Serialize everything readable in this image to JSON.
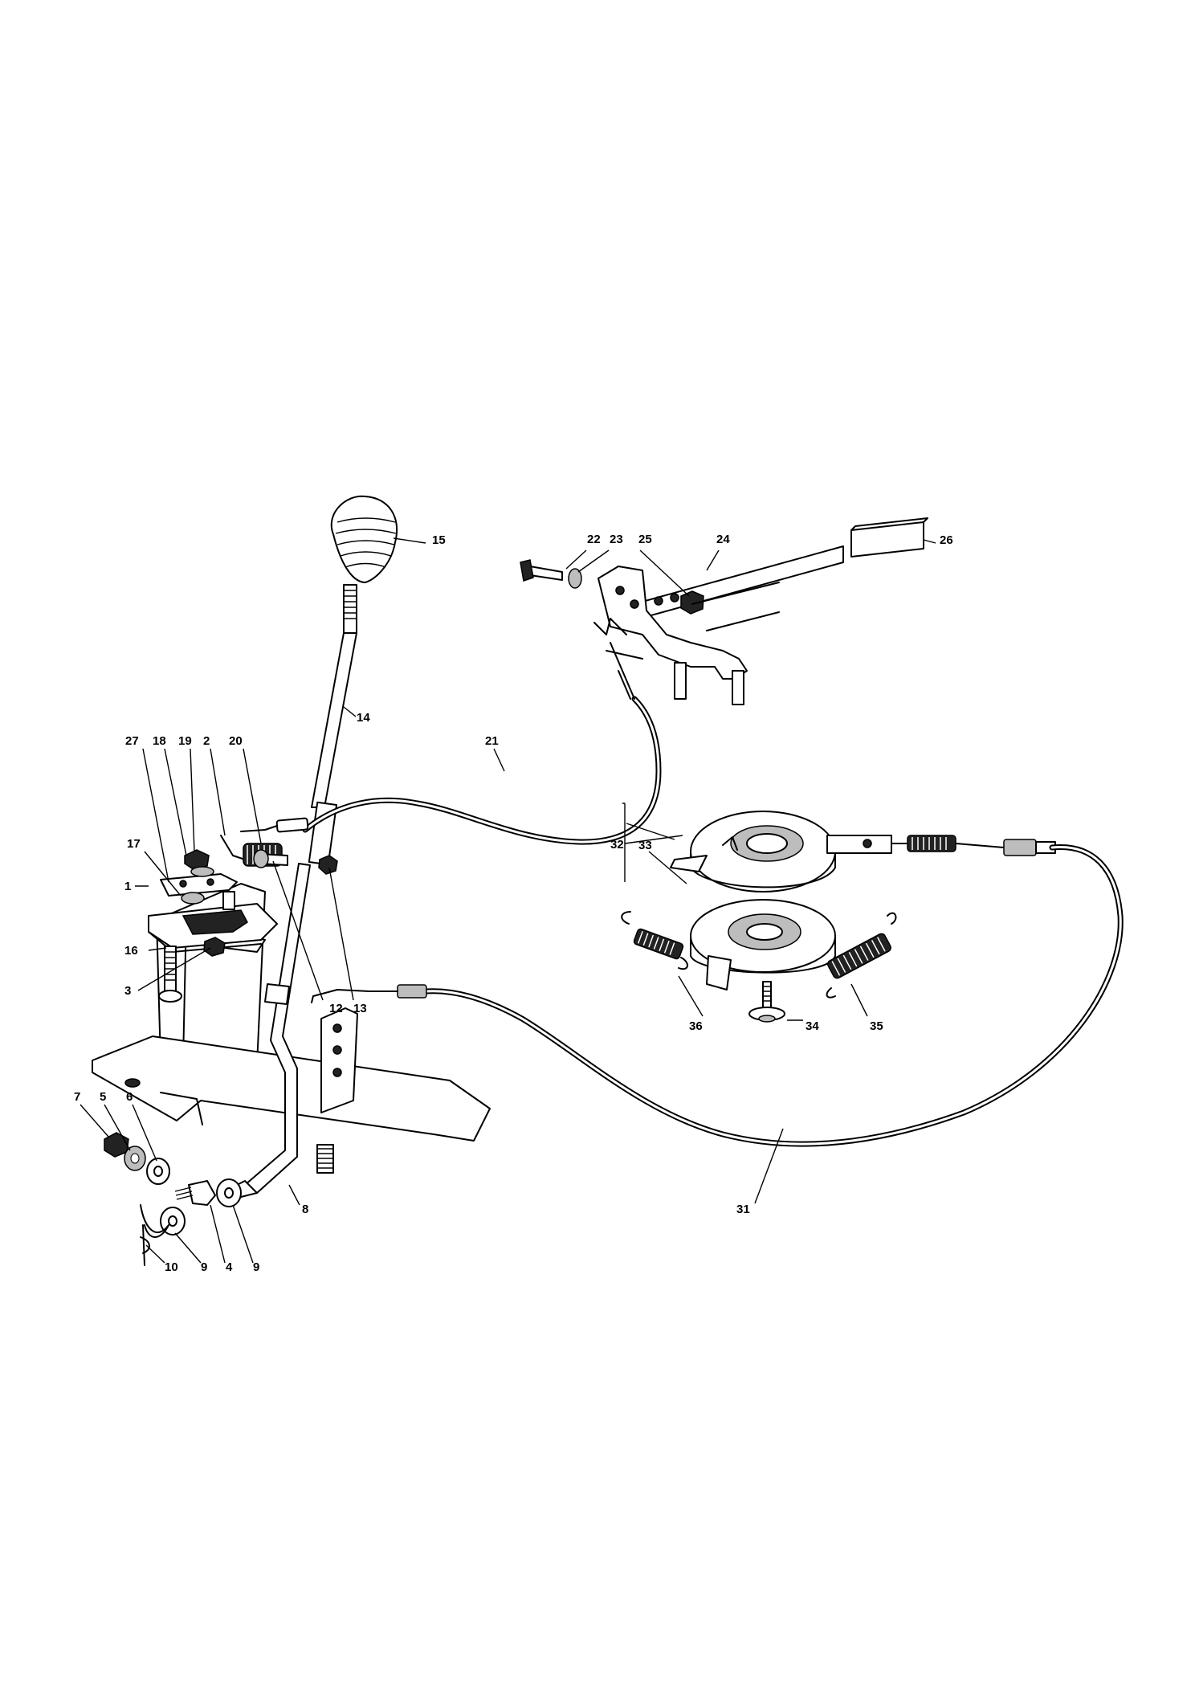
{
  "labels": [
    {
      "id": "15",
      "text": "15"
    },
    {
      "id": "14",
      "text": "14"
    },
    {
      "id": "22",
      "text": "22"
    },
    {
      "id": "23",
      "text": "23"
    },
    {
      "id": "25",
      "text": "25"
    },
    {
      "id": "24",
      "text": "24"
    },
    {
      "id": "26",
      "text": "26"
    },
    {
      "id": "27",
      "text": "27"
    },
    {
      "id": "18",
      "text": "18"
    },
    {
      "id": "19",
      "text": "19"
    },
    {
      "id": "2",
      "text": "2"
    },
    {
      "id": "20",
      "text": "20"
    },
    {
      "id": "21",
      "text": "21"
    },
    {
      "id": "17",
      "text": "17"
    },
    {
      "id": "1",
      "text": "1"
    },
    {
      "id": "16",
      "text": "16"
    },
    {
      "id": "3",
      "text": "3"
    },
    {
      "id": "12",
      "text": "12"
    },
    {
      "id": "13",
      "text": "13"
    },
    {
      "id": "32",
      "text": "32"
    },
    {
      "id": "33",
      "text": "33"
    },
    {
      "id": "36",
      "text": "36"
    },
    {
      "id": "34",
      "text": "34"
    },
    {
      "id": "35",
      "text": "35"
    },
    {
      "id": "7",
      "text": "7"
    },
    {
      "id": "5",
      "text": "5"
    },
    {
      "id": "6",
      "text": "6"
    },
    {
      "id": "8",
      "text": "8"
    },
    {
      "id": "31",
      "text": "31"
    },
    {
      "id": "10",
      "text": "10"
    },
    {
      "id": "9a",
      "text": "9"
    },
    {
      "id": "4",
      "text": "4"
    },
    {
      "id": "9b",
      "text": "9"
    }
  ]
}
